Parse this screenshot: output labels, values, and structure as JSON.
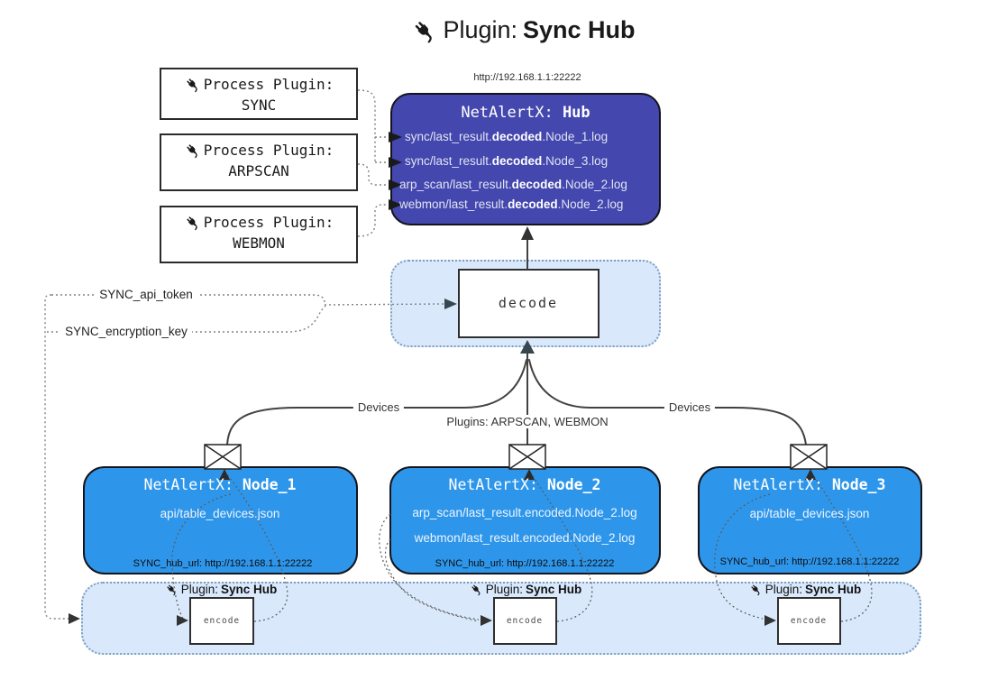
{
  "title": {
    "label": "Plugin:",
    "name": "Sync Hub"
  },
  "hub": {
    "url": "http://192.168.1.1:22222",
    "name_prefix": "NetAlertX:",
    "name": "Hub",
    "files": [
      {
        "pre": "sync/last_result.",
        "bold": "decoded",
        "post": ".Node_1.log"
      },
      {
        "pre": "sync/last_result.",
        "bold": "decoded",
        "post": ".Node_3.log"
      },
      {
        "pre": "arp_scan/last_result.",
        "bold": "decoded",
        "post": ".Node_2.log"
      },
      {
        "pre": "webmon/last_result.",
        "bold": "decoded",
        "post": ".Node_2.log"
      }
    ]
  },
  "process_plugins": [
    {
      "label": "Process Plugin:",
      "name": "SYNC"
    },
    {
      "label": "Process Plugin:",
      "name": "ARPSCAN"
    },
    {
      "label": "Process Plugin:",
      "name": "WEBMON"
    }
  ],
  "decode": {
    "label": "decode"
  },
  "settings": {
    "api_token": "SYNC_api_token",
    "encryption_key": "SYNC_encryption_key"
  },
  "edges": {
    "left": "Devices",
    "center": "Plugins: ARPSCAN, WEBMON",
    "right": "Devices"
  },
  "nodes": [
    {
      "name_prefix": "NetAlertX:",
      "name": "Node_1",
      "files": [
        "api/table_devices.json"
      ],
      "hub_url": "SYNC_hub_url: http://192.168.1.1:22222"
    },
    {
      "name_prefix": "NetAlertX:",
      "name": "Node_2",
      "files": [
        "arp_scan/last_result.encoded.Node_2.log",
        "webmon/last_result.encoded.Node_2.log"
      ],
      "hub_url": "SYNC_hub_url: http://192.168.1.1:22222"
    },
    {
      "name_prefix": "NetAlertX:",
      "name": "Node_3",
      "files": [
        "api/table_devices.json"
      ],
      "hub_url": "SYNC_hub_url: http://192.168.1.1:22222"
    }
  ],
  "encode": {
    "plugin_label": "Plugin:",
    "plugin_name": "Sync Hub",
    "box_label": "encode"
  },
  "icons": {
    "plug": "plug-icon",
    "envelope": "envelope-icon"
  },
  "colors": {
    "hub_fill": "#4347ae",
    "node_fill": "#2e96ea",
    "panel_fill": "#d9e9fb",
    "panel_border": "#7e9cc0",
    "line": "#424242",
    "arrow_dark": "#333333"
  }
}
